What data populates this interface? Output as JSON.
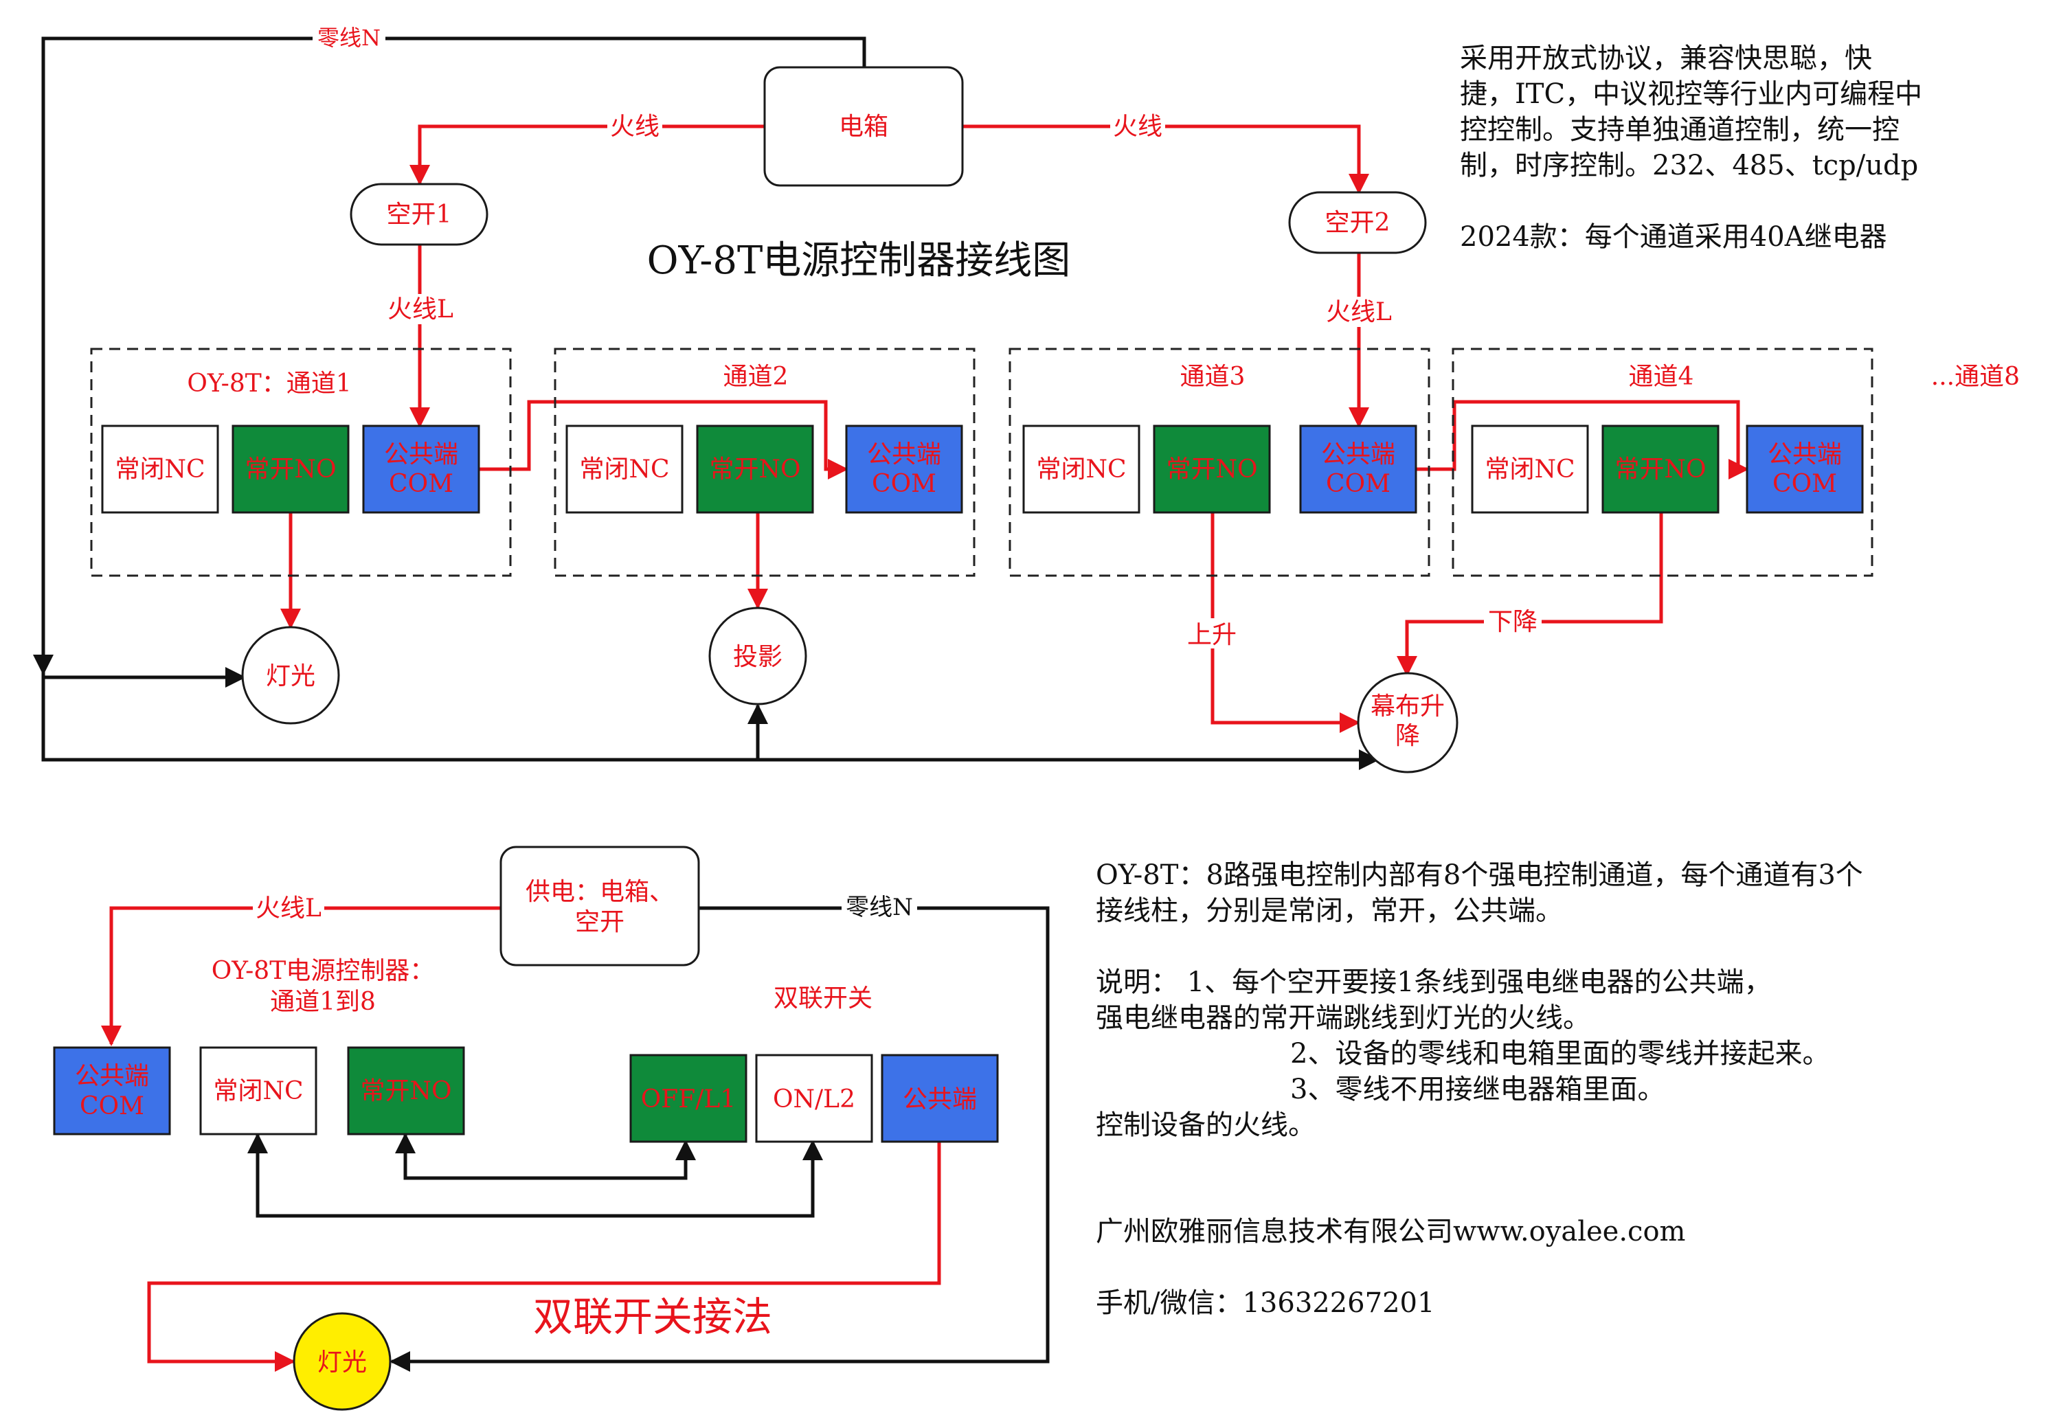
{
  "title": "OY-8T电源控制器接线图",
  "nodes": {
    "panel": "电箱",
    "breaker1": "空开1",
    "breaker2": "空开2",
    "light": "灯光",
    "projector": "投影",
    "screen_lift": [
      "幕布升",
      "降"
    ]
  },
  "wire_labels": {
    "neutral_n": "零线N",
    "live_left": "火线",
    "live_right": "火线",
    "live_l1": "火线L",
    "live_l2": "火线L",
    "up": "上升",
    "down": "下降"
  },
  "channels": {
    "ch1": "OY-8T：通道1",
    "ch2": "通道2",
    "ch3": "通道3",
    "ch4": "通道4",
    "more": "...通道8"
  },
  "terminals": {
    "nc": "常闭NC",
    "no": "常开NO",
    "com_top": "公共端",
    "com_bottom": "COM"
  },
  "intro_lines": [
    "采用开放式协议，兼容快思聪，快",
    "捷，ITC，中议视控等行业内可编程中",
    "控控制。支持单独通道控制，统一控",
    "制，时序控制。232、485、tcp/udp"
  ],
  "intro_2024": "2024款：每个通道采用40A继电器",
  "lower": {
    "supply": [
      "供电：电箱、",
      "空开"
    ],
    "live_l": "火线L",
    "neutral_n": "零线N",
    "controller": [
      "OY-8T电源控制器：",
      "通道1到8"
    ],
    "double_switch": "双联开关",
    "switch_off": "OFF/L1",
    "switch_on": "ON/L2",
    "switch_com": "公共端",
    "light": "灯光",
    "method_title": "双联开关接法"
  },
  "notes_lines": [
    "OY-8T：8路强电控制内部有8个强电控制通道，每个通道有3个",
    "接线柱，分别是常闭，常开，公共端。",
    "说明：        1、每个空开要接1条线到强电继电器的公共端，",
    "强电继电器的常开端跳线到灯光的火线。",
    "2、设备的零线和电箱里面的零线并接起来。",
    "3、零线不用接继电器箱里面。",
    "控制设备的火线。"
  ],
  "company": "广州欧雅丽信息技术有限公司www.oyalee.com",
  "phone": "手机/微信：13632267201",
  "colors": {
    "wire_live": "#e8141c",
    "wire_neutral": "#111111",
    "terminal_no": "#0f8a3a",
    "terminal_com": "#3d72e8",
    "lamp_fill": "#ffee00"
  }
}
